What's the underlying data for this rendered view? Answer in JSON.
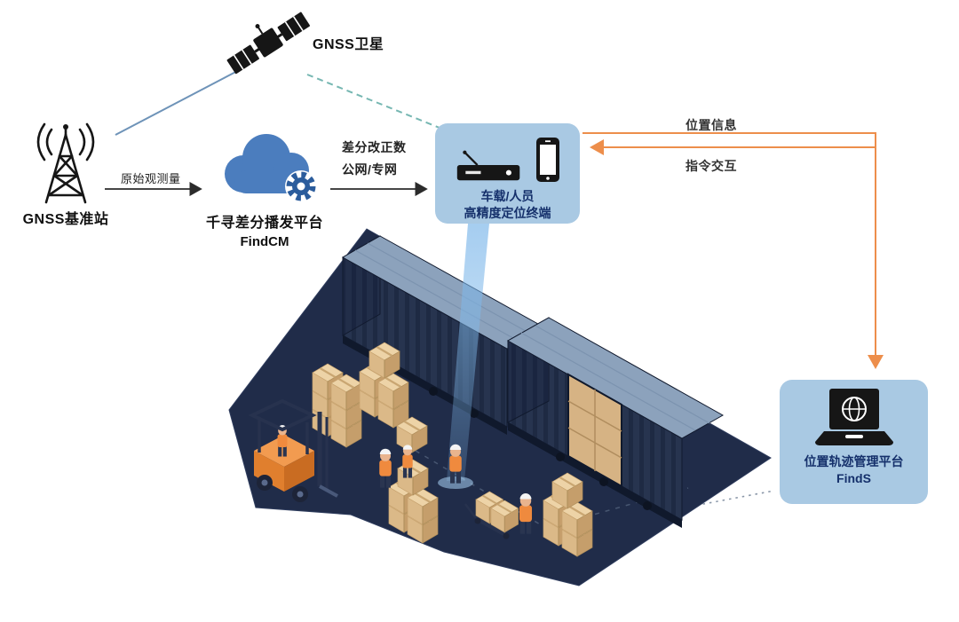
{
  "nodes": {
    "satellite": {
      "label": "GNSS卫星"
    },
    "base_station": {
      "label": "GNSS基准站"
    },
    "cloud": {
      "title": "千寻差分播发平台",
      "product": "FindCM"
    },
    "terminal": {
      "line1": "车载/人员",
      "line2": "高精度定位终端"
    },
    "platform": {
      "title": "位置轨迹管理平台",
      "product": "FindS"
    }
  },
  "links": {
    "raw_observation": "原始观测量",
    "correction": "差分改正数",
    "network": "公网/专网",
    "position_info": "位置信息",
    "command": "指令交互"
  },
  "colors": {
    "panel_blue": "#A9C9E3",
    "platform_navy": "#202C49",
    "container_navy": "#27344F",
    "container_top": "#8CA2BC",
    "cloud_blue": "#4B7DBE",
    "gear_blue": "#2B5C9C",
    "arrow_orange": "#ED8E4B",
    "dashed_teal": "#76B7B2",
    "line_steel": "#6E93B8",
    "beam_blue": "#7FB8EA",
    "crate_tan": "#DBB988",
    "vest_orange": "#EF8A3E",
    "text_navy": "#15306B"
  }
}
